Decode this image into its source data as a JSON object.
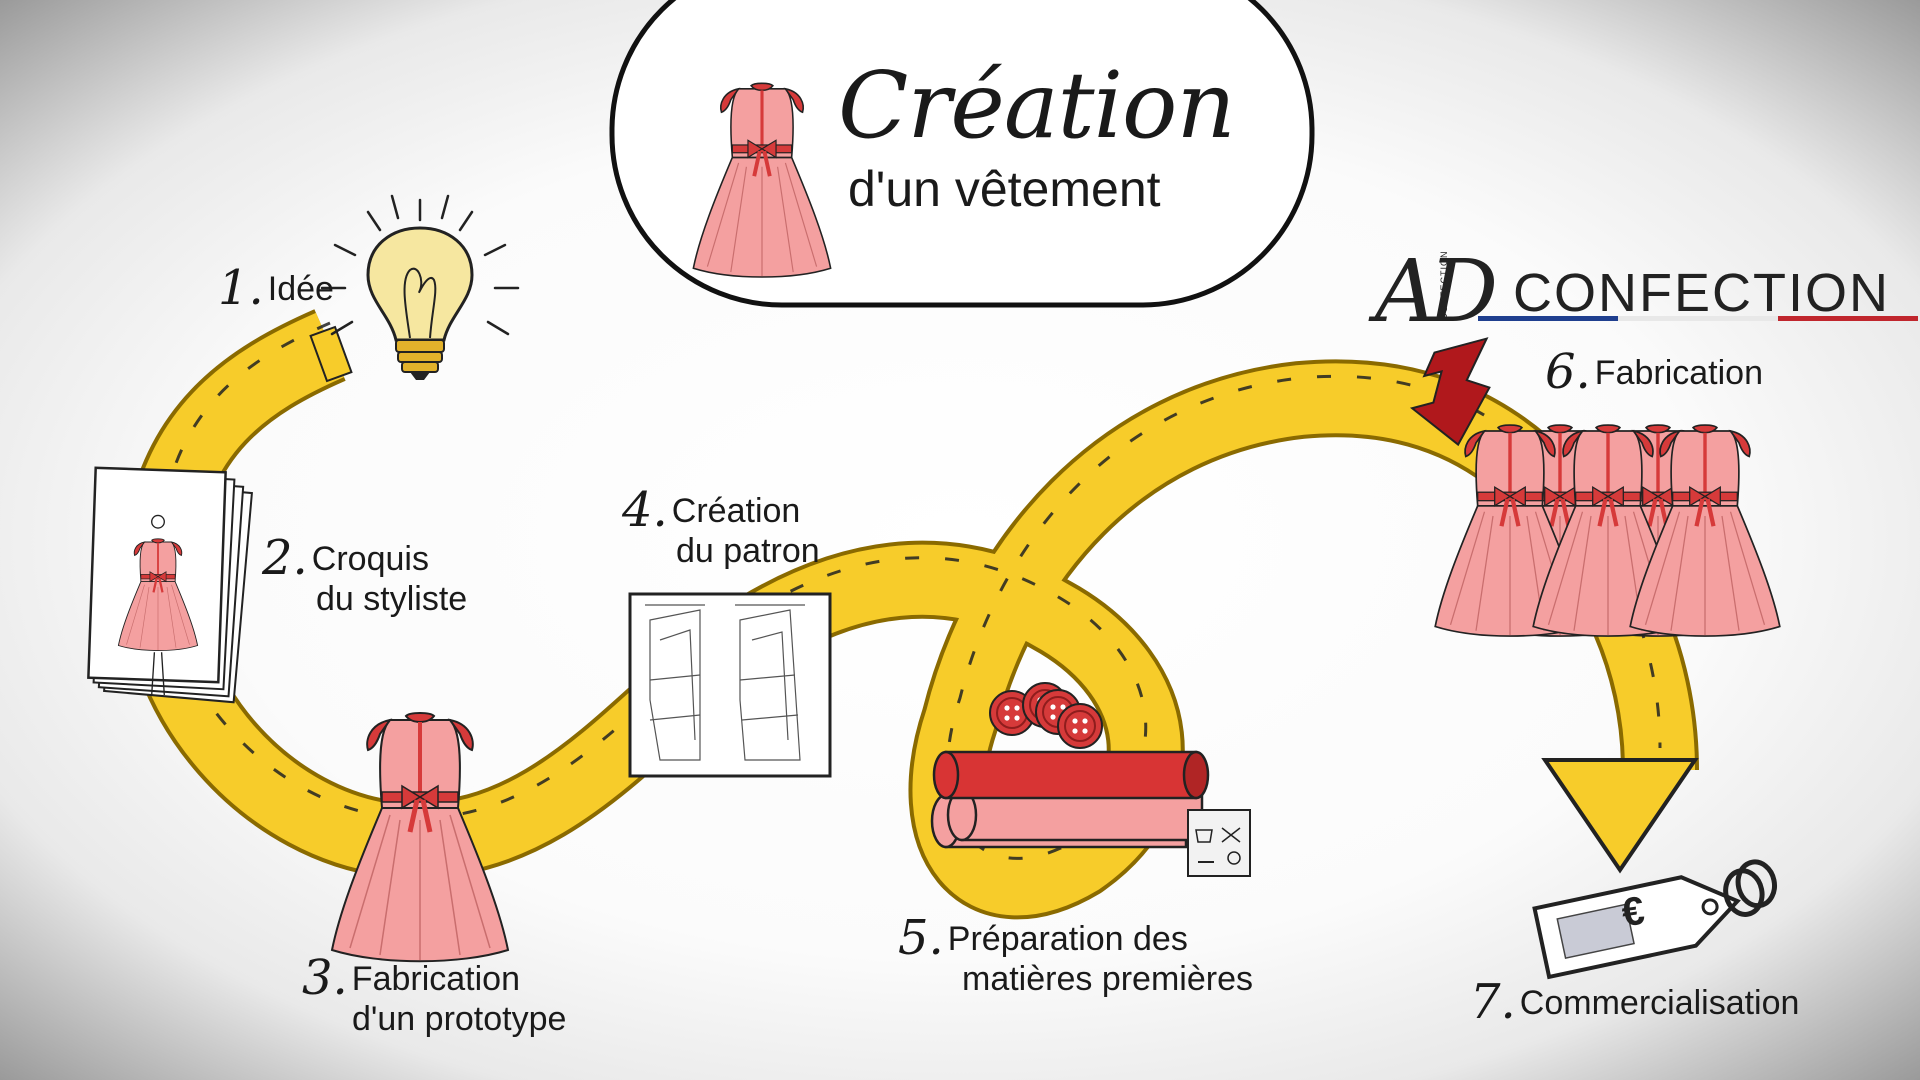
{
  "title": {
    "main": "Création",
    "sub": "d'un vêtement"
  },
  "brand": {
    "initials": "AD",
    "small_text": "CONFECTION",
    "name": "CONFECTION",
    "flag_colors": [
      "#1f3f8f",
      "#ffffff",
      "#c0262d"
    ]
  },
  "steps": [
    {
      "number": "1.",
      "line1": "Idée",
      "line2": ""
    },
    {
      "number": "2.",
      "line1": "Croquis",
      "line2": "du styliste"
    },
    {
      "number": "3.",
      "line1": "Fabrication",
      "line2": "d'un prototype"
    },
    {
      "number": "4.",
      "line1": "Création",
      "line2": "du patron"
    },
    {
      "number": "5.",
      "line1": "Préparation des",
      "line2": "matières premières"
    },
    {
      "number": "6.",
      "line1": "Fabrication",
      "line2": ""
    },
    {
      "number": "7.",
      "line1": "Commercialisation",
      "line2": ""
    }
  ],
  "price_tag": {
    "symbol": "€"
  },
  "colors": {
    "tape": "#f7cc2a",
    "tape_edge": "#b48a00",
    "dress": "#f4a0a0",
    "dress_accent": "#d63a3a",
    "arrow": "#b0181c",
    "fabric_red": "#d83434",
    "fabric_pink": "#f4a0a0",
    "bulb": "#f6e7a0"
  },
  "icons": [
    "dress-icon",
    "light-bulb-icon",
    "sketch-pages-icon",
    "pattern-sheet-icon",
    "buttons-icon",
    "fabric-rolls-icon",
    "care-label-icon",
    "down-arrow-icon",
    "price-tag-icon"
  ]
}
